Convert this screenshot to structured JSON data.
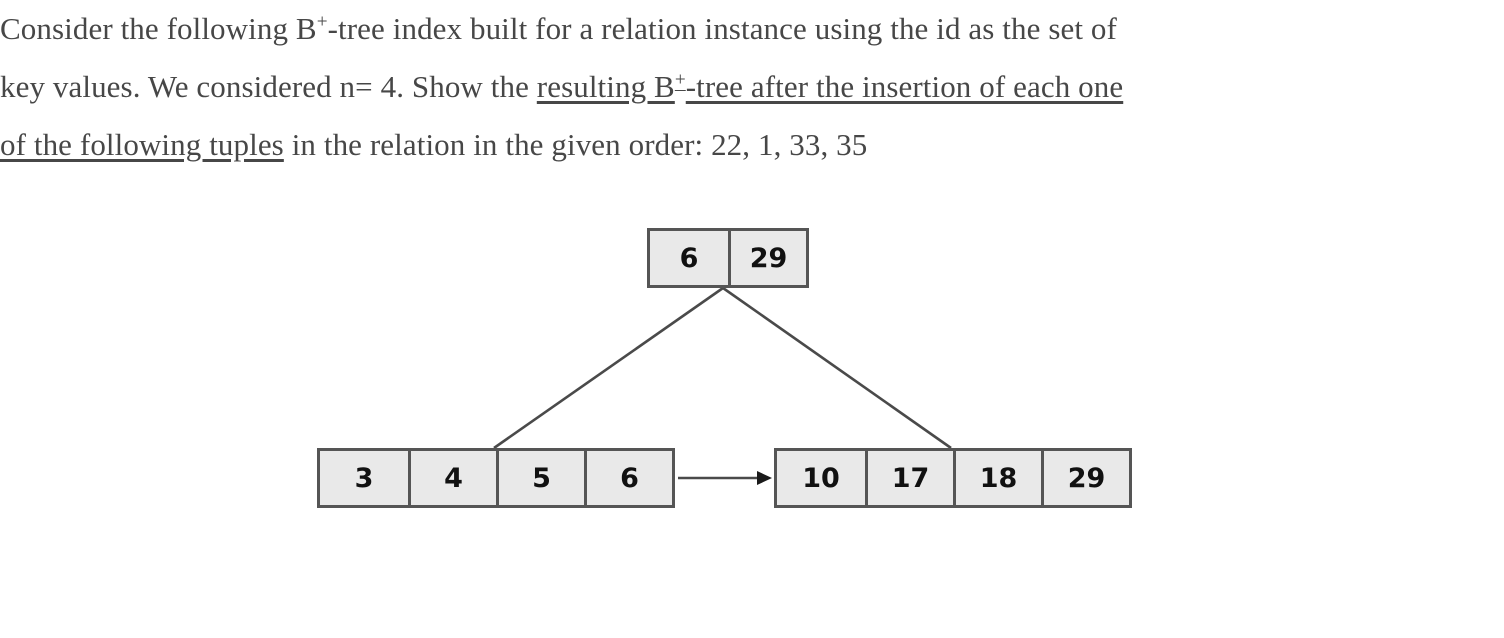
{
  "question": {
    "lines": [
      {
        "id": "line1",
        "segments": [
          {
            "text": "Consider the following B",
            "underline": false
          },
          {
            "text": "+",
            "sup": true,
            "underline": false
          },
          {
            "text": "-tree index built for a relation instance using the id as the set of",
            "underline": false
          }
        ]
      },
      {
        "id": "line2",
        "segments": [
          {
            "text": "key values. We considered n= 4. Show the ",
            "underline": false
          },
          {
            "text": "resulting B",
            "underline": true
          },
          {
            "text": "+",
            "sup": true,
            "underline": true
          },
          {
            "text": "-tree after the insertion of each one",
            "underline": true
          }
        ]
      },
      {
        "id": "line3",
        "segments": [
          {
            "text": "of the following tuples",
            "underline": true
          },
          {
            "text": " in the relation in the given order: 22, 1, 33, 35",
            "underline": false
          }
        ]
      }
    ],
    "plain_text": "Consider the following B+-tree index built for a relation instance using the id as the set of key values. We considered n= 4. Show the resulting B+-tree after the insertion of each one of the following tuples in the relation in the given order: 22, 1, 33, 35",
    "fanout_n": "4",
    "insertion_order": [
      "22",
      "1",
      "33",
      "35"
    ]
  },
  "diagram": {
    "type": "b-plus-tree",
    "root": {
      "label": "root-node",
      "keys": [
        "6",
        "29"
      ]
    },
    "leaves": [
      {
        "label": "leaf-node-left",
        "keys": [
          "3",
          "4",
          "5",
          "6"
        ]
      },
      {
        "label": "leaf-node-right",
        "keys": [
          "10",
          "17",
          "18",
          "29"
        ]
      }
    ],
    "edges": [
      {
        "from": "root-node",
        "to": "leaf-node-left",
        "kind": "child-pointer"
      },
      {
        "from": "root-node",
        "to": "leaf-node-right",
        "kind": "child-pointer"
      },
      {
        "from": "leaf-node-left",
        "to": "leaf-node-right",
        "kind": "sibling-arrow"
      }
    ],
    "colors": {
      "cell_fill": "#e9e9e9",
      "cell_border": "#555555",
      "key_text": "#111111",
      "edge_line": "#4a4a4a",
      "body_text": "#474747",
      "background": "#ffffff"
    }
  }
}
